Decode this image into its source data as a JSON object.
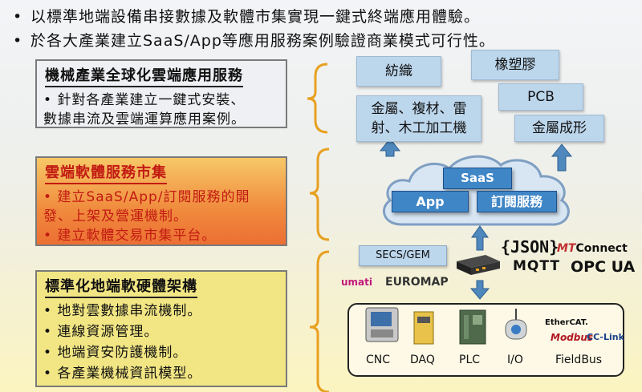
{
  "bullets": [
    "以標準地端設備串接數據及軟體市集實現一鍵式終端應用體驗。",
    "於各大產業建立SaaS/App等應用服務案例驗證商業模式可行性。"
  ],
  "panels": [
    {
      "title": "機械產業全球化雲端應用服務",
      "lines": [
        "• 針對各產業建立一鍵式安裝、",
        "  數據串流及雲端運算應用案例。"
      ]
    },
    {
      "title": "雲端軟體服務市集",
      "lines": [
        "• 建立SaaS/App/訂閱服務的開",
        "  發、上架及營運機制。",
        "• 建立軟體交易市集平台。"
      ]
    },
    {
      "title": "標準化地端軟硬體架構",
      "lines": [
        "• 地對雲數據串流機制。",
        "• 連線資源管理。",
        "• 地端資安防護機制。",
        "• 各產業機械資訊模型。"
      ]
    }
  ],
  "industries": {
    "textile": "紡織",
    "plastics": "橡塑膠",
    "metal_line1": "金屬、複材、雷",
    "metal_line2": "射、木工加工機",
    "pcb": "PCB",
    "metal_forming": "金屬成形"
  },
  "cloud": {
    "saas": "SaaS",
    "app": "App",
    "subscription": "訂閱服務"
  },
  "protocols": {
    "secs_gem": "SECS/GEM",
    "json": "{JSON}",
    "mtconnect_mt": "MT",
    "mtconnect_rest": "Connect",
    "mqtt": "MQTT",
    "opcua": "OPC UA",
    "umati": "umati",
    "euromap": "EUROMAP"
  },
  "fieldbus_logos": {
    "ethercat": "EtherCAT.",
    "modbus": "Modbus",
    "cclink": "CC-Link"
  },
  "devices": [
    "CNC",
    "DAQ",
    "PLC",
    "I/O",
    "FieldBus"
  ],
  "colors": {
    "industry_box": "#bcd6ec",
    "cloud_box": "#3f86c6",
    "arrow": "#4f88bd",
    "bracket": "#e8a020",
    "panel2_text": "#c21a12"
  }
}
